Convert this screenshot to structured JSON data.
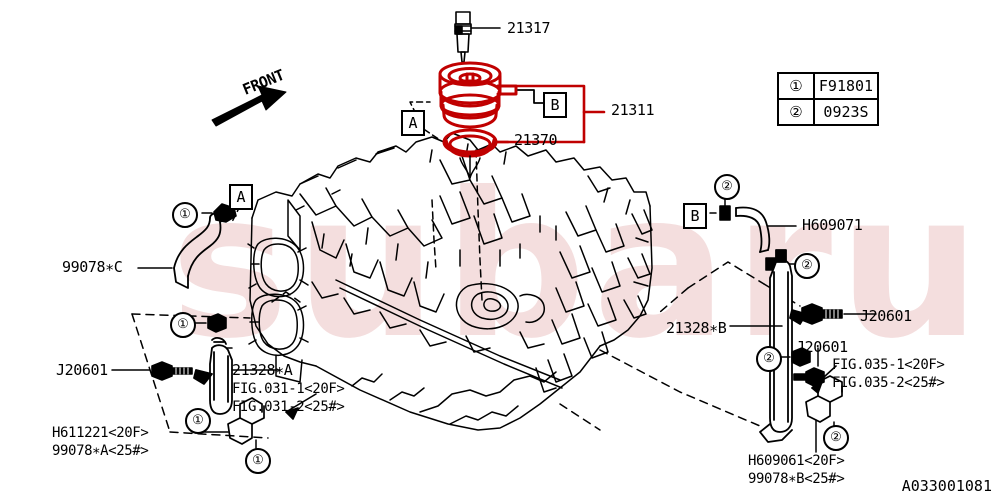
{
  "diagram": {
    "drawing_number": "A033001081",
    "front_arrow_label": "FRONT",
    "watermark_text": "subaru"
  },
  "legend": {
    "rows": [
      {
        "mark": "①",
        "code": "F91801"
      },
      {
        "mark": "②",
        "code": "0923S"
      }
    ]
  },
  "colors": {
    "highlight": "#c00000",
    "line": "#000000",
    "background": "#ffffff",
    "watermark": "#f4dede"
  },
  "markers": {
    "a_left": "A",
    "a_center": "A",
    "b_filter": "B",
    "b_hose": "B",
    "circle_one": "①",
    "circle_two": "②"
  },
  "callouts": {
    "sensor_21317": "21317",
    "filter_assembly_21311": "21311",
    "gasket_21370": "21370",
    "hose_99078c": "99078∗C",
    "hose_h609071": "H609071",
    "bolt_left_j20601": "J20601",
    "bracket_21328a": "21328∗A",
    "bracket_21328a_fig1": "FIG.031-1<20F>",
    "bracket_21328a_fig2": "FIG.031-2<25#>",
    "pipe_h611221": "H611221<20F>",
    "pipe_99078a": "99078∗A<25#>",
    "bracket_21328b": "21328∗B",
    "bolt_right_j20601": "J20601",
    "bolt_mid_j20601": "J20601",
    "fig035_1": "FIG.035-1<20F>",
    "fig035_2": "FIG.035-2<25#>",
    "pipe_h609061": "H609061<20F>",
    "pipe_99078b": "99078∗B<25#>"
  }
}
